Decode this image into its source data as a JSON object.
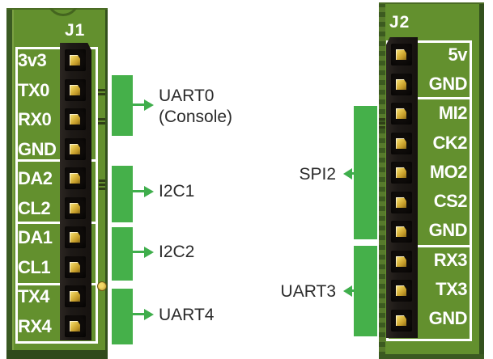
{
  "colors": {
    "board_green": "#63902e",
    "board_edge_dark": "#33511d",
    "callout_block_green": "#45b04a",
    "arrow_green": "#3fae4c",
    "silkscreen_white": "#ffffff",
    "label_text": "#2b2b2b",
    "pin_gold": "#d4a92c",
    "connector_black": "#1d1916"
  },
  "j1": {
    "title": "J1",
    "pins": [
      "3v3",
      "TX0",
      "RX0",
      "GND",
      "DA2",
      "CL2",
      "DA1",
      "CL1",
      "TX4",
      "RX4"
    ],
    "callouts": [
      {
        "label": "UART0",
        "sublabel": "(Console)"
      },
      {
        "label": "I2C1"
      },
      {
        "label": "I2C2"
      },
      {
        "label": "UART4"
      }
    ]
  },
  "j2": {
    "title": "J2",
    "pins": [
      "5v",
      "GND",
      "MI2",
      "CK2",
      "MO2",
      "CS2",
      "GND",
      "RX3",
      "TX3",
      "GND"
    ],
    "callouts": [
      {
        "label": "SPI2"
      },
      {
        "label": "UART3"
      }
    ]
  }
}
